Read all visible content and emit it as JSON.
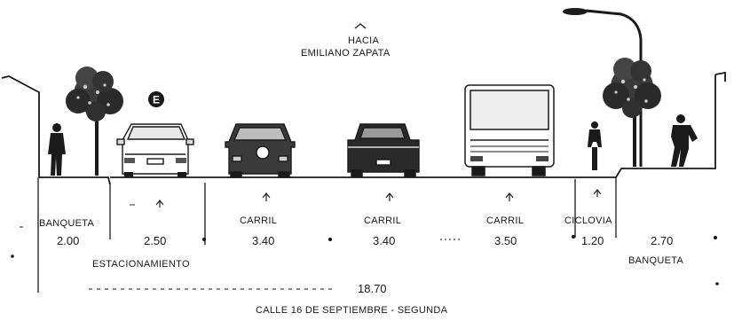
{
  "header": {
    "line1": "HACIA",
    "line2": "EMILIANO ZAPATA"
  },
  "sign_letter": "E",
  "zones": [
    {
      "label": "BANQUETA",
      "width": "2.00"
    },
    {
      "label": "ESTACIONAMIENTO",
      "width": "2.50"
    },
    {
      "label": "CARRIL",
      "width": "3.40"
    },
    {
      "label": "CARRIL",
      "width": "3.40"
    },
    {
      "label": "CARRIL",
      "width": "3.50"
    },
    {
      "label": "CICLOVIA",
      "width": "1.20"
    },
    {
      "label": "BANQUETA",
      "width": "2.70"
    }
  ],
  "total_width": "18.70",
  "footer": "CALLE 16 DE SEPTIEMBRE -  SEGUNDA"
}
